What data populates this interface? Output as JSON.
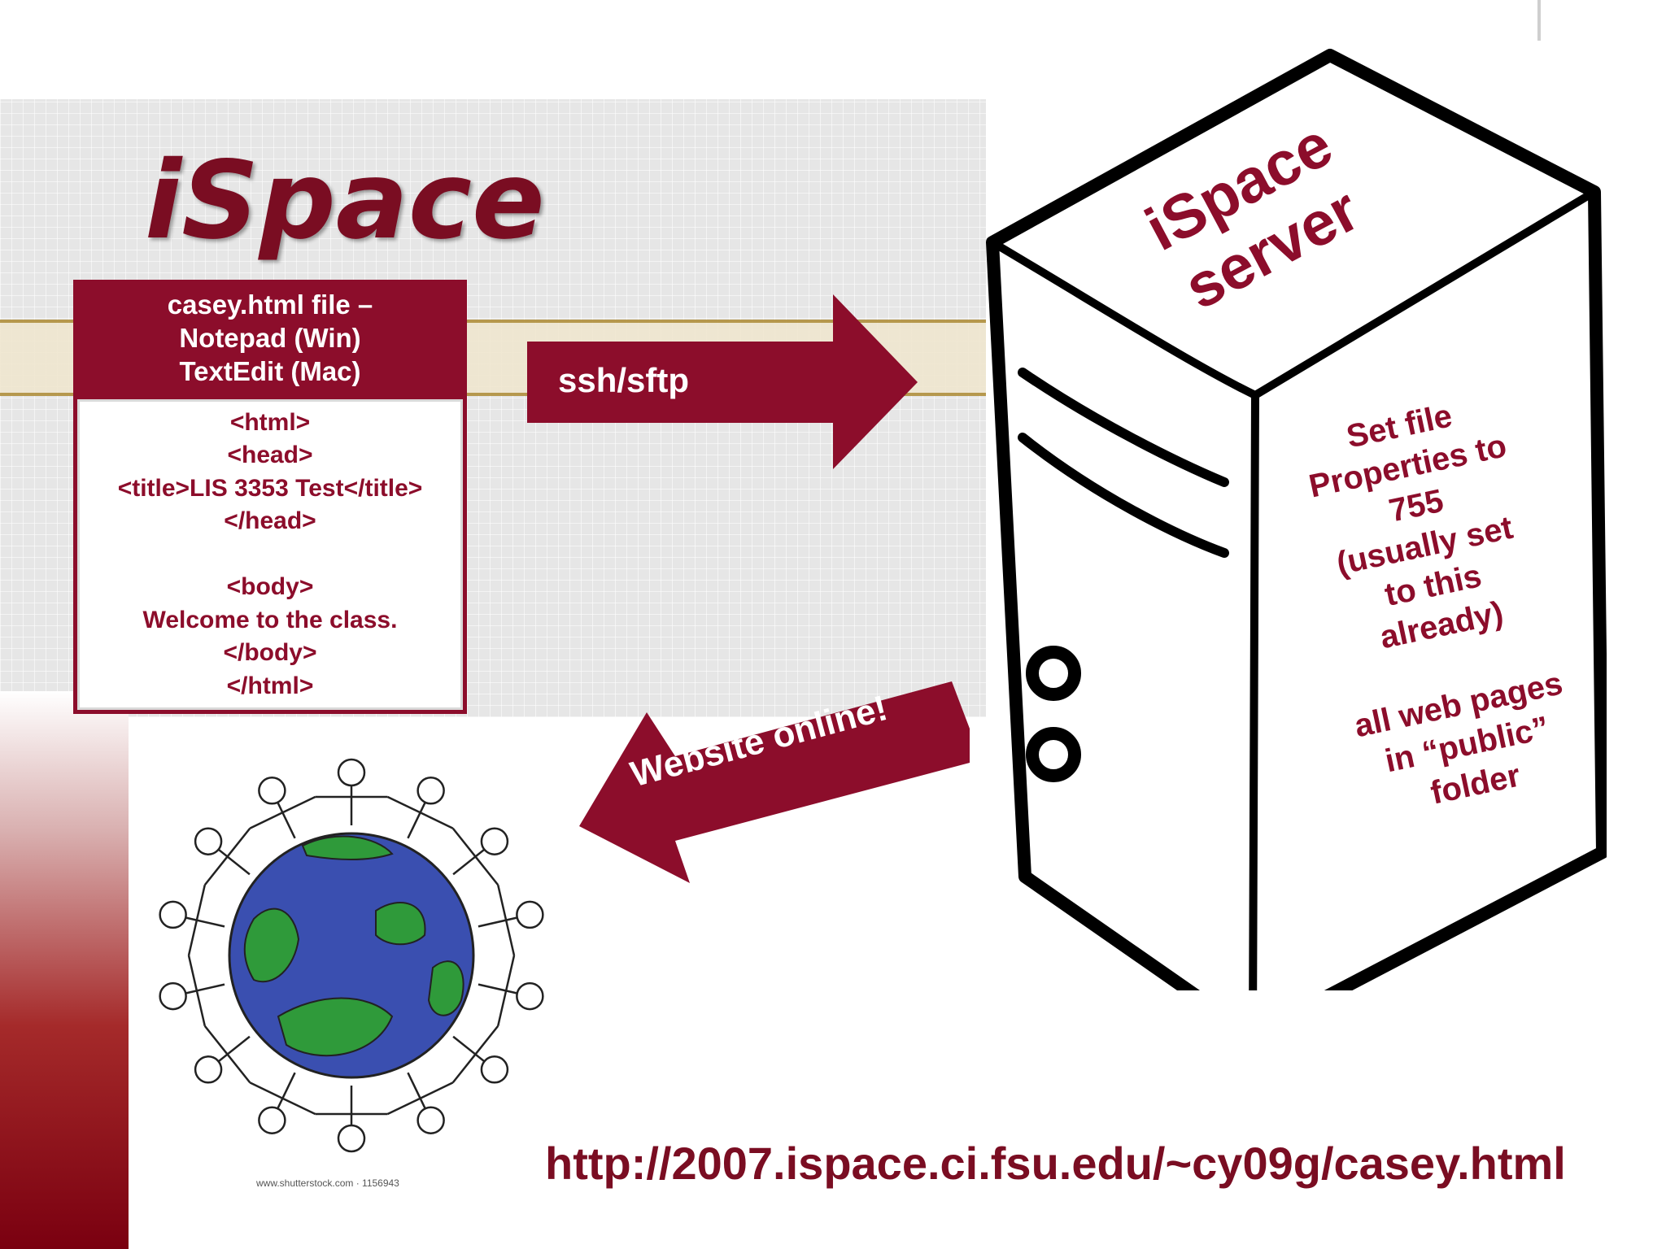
{
  "slide": {
    "title": "iSpace",
    "file_box": {
      "header_lines": [
        "casey.html file –",
        "Notepad (Win)",
        "TextEdit (Mac)"
      ],
      "code_lines": [
        "<html>",
        "<head>",
        "<title>LIS 3353 Test</title>",
        "</head>",
        "",
        "<body>",
        "Welcome to the class.",
        "</body>",
        "</html>"
      ]
    },
    "transfer_arrow_label": "ssh/sftp",
    "online_arrow_label": "Website online!",
    "server": {
      "title_lines": [
        "iSpace",
        "server"
      ],
      "notes_lines": [
        "Set file",
        "Properties to",
        "755",
        "(usually set",
        "to this",
        "already)",
        "",
        "all web pages",
        "in “public”",
        "folder"
      ]
    },
    "image_credit": "www.shutterstock.com · 1156943",
    "url": "http://2007.ispace.ci.fsu.edu/~cy09g/casey.html",
    "colors": {
      "maroon": "#8c0d2b",
      "title_maroon": "#7a0d22",
      "background_band": "#e6e6e6",
      "gold": "#b08f3c",
      "globe_ocean": "#3a4fb0",
      "globe_land": "#2f9a3a"
    }
  }
}
